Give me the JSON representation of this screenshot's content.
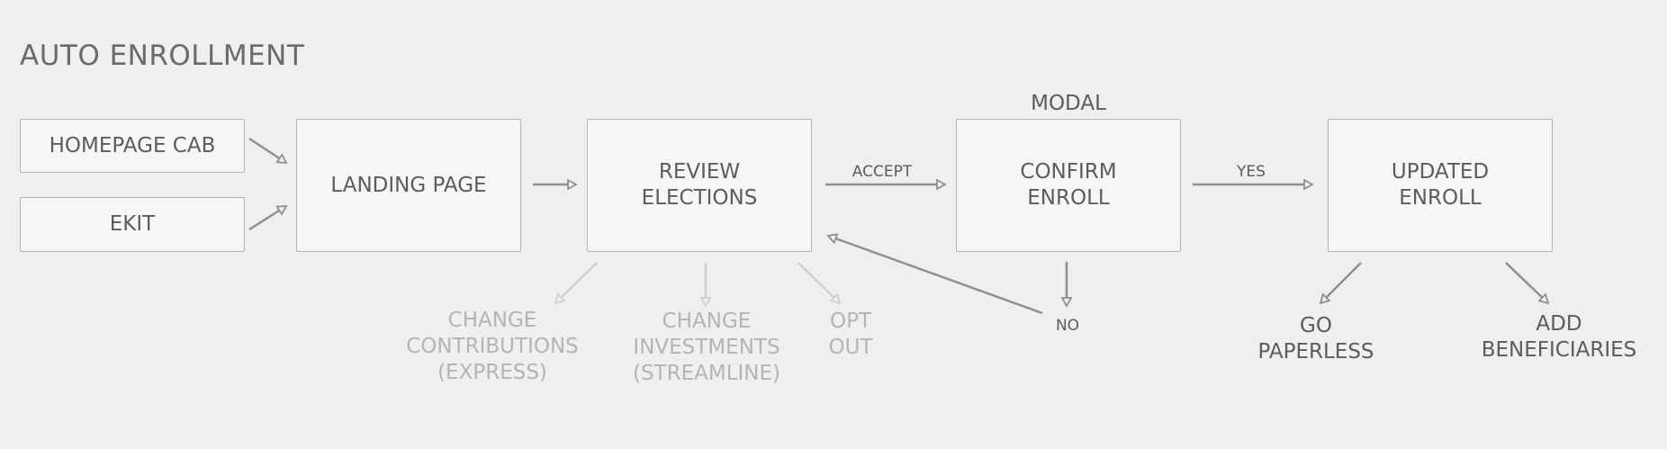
{
  "title": "AUTO ENROLLMENT",
  "boxes": {
    "homepage_cab": "HOMEPAGE CAB",
    "ekit": "EKIT",
    "landing_page": "LANDING PAGE",
    "review_elections": [
      "REVIEW",
      "ELECTIONS"
    ],
    "confirm_enroll": [
      "CONFIRM",
      "ENROLL"
    ],
    "updated_enroll": [
      "UPDATED",
      "ENROLL"
    ]
  },
  "labels": {
    "modal": "MODAL",
    "accept": "ACCEPT",
    "yes": "YES",
    "no": "NO",
    "change_contributions": [
      "CHANGE",
      "CONTRIBUTIONS",
      "(EXPRESS)"
    ],
    "change_investments": [
      "CHANGE",
      "INVESTMENTS",
      "(STREAMLINE)"
    ],
    "opt_out": [
      "OPT",
      "OUT"
    ],
    "go_paperless": [
      "GO",
      "PAPERLESS"
    ],
    "add_beneficiaries": [
      "ADD",
      "BENEFICIARIES"
    ]
  },
  "colors": {
    "background": "#efefef",
    "box_fill": "#f6f6f6",
    "box_border": "#b3b3b3",
    "text": "#5c5c5c",
    "arrow": "#8f8f8f",
    "faded": "#c9c9c9"
  }
}
